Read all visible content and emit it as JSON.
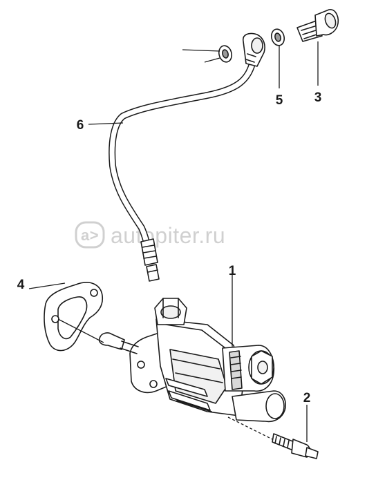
{
  "diagram": {
    "callouts": [
      {
        "id": "1",
        "label": "1"
      },
      {
        "id": "2",
        "label": "2"
      },
      {
        "id": "3",
        "label": "3"
      },
      {
        "id": "4",
        "label": "4"
      },
      {
        "id": "5",
        "label": "5"
      },
      {
        "id": "6",
        "label": "6"
      }
    ],
    "watermark": {
      "logo_glyph": "a>",
      "text": "autopiter.ru"
    }
  }
}
